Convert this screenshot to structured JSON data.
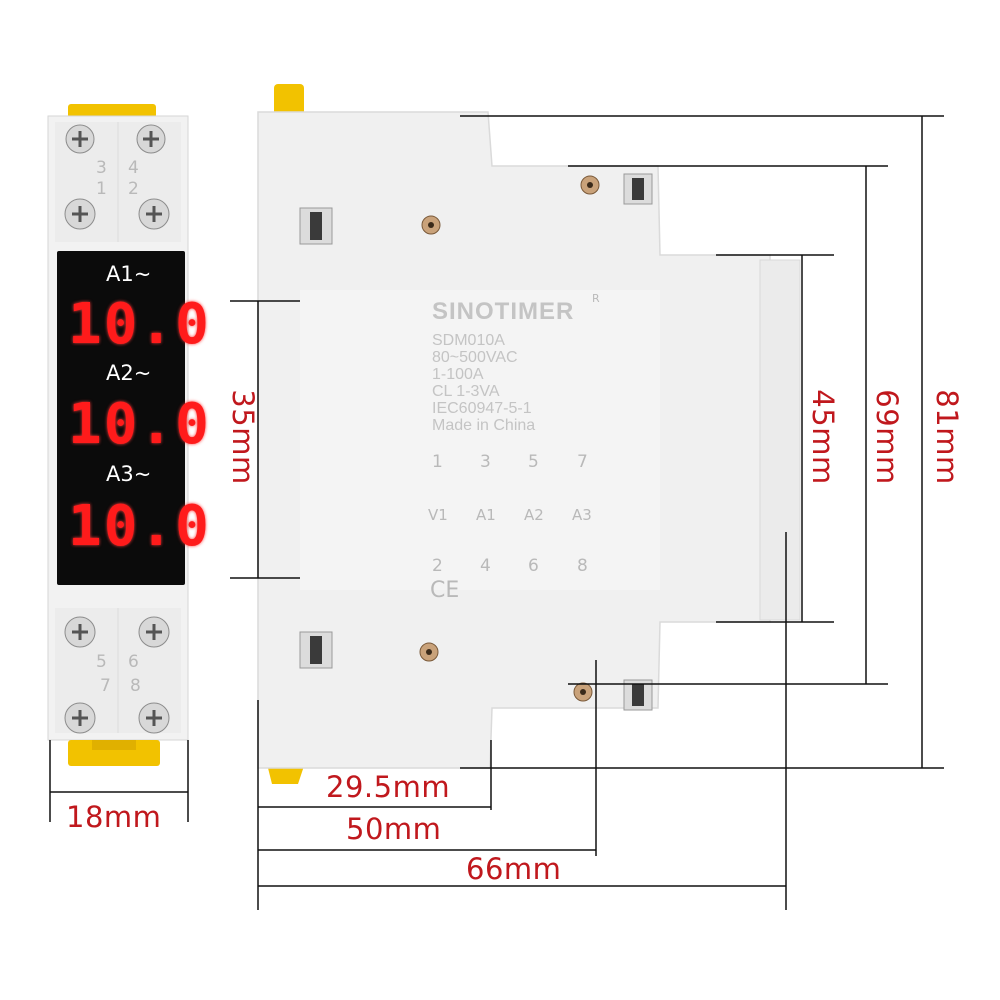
{
  "front": {
    "top_terminals": [
      "3",
      "4",
      "1",
      "2"
    ],
    "bottom_terminals": [
      "5",
      "6",
      "7",
      "8"
    ],
    "readouts": [
      {
        "label": "A1~",
        "value": "10.0"
      },
      {
        "label": "A2~",
        "value": "10.0"
      },
      {
        "label": "A3~",
        "value": "10.0"
      }
    ]
  },
  "side": {
    "brand": "SINOTIMER",
    "registered_mark": "R",
    "specs": [
      "SDM010A",
      "80~500VAC",
      "1-100A",
      "CL 1-3VA",
      "IEC60947-5-1",
      "Made in China"
    ],
    "terminals_top": [
      "1",
      "3",
      "5",
      "7"
    ],
    "terminals_mid": [
      "V1",
      "A1",
      "A2",
      "A3"
    ],
    "terminals_bottom": [
      "2",
      "4",
      "6",
      "8"
    ],
    "ce_mark": "CE"
  },
  "dimensions": {
    "width_front": "18mm",
    "rail_height": "35mm",
    "h45": "45mm",
    "h69": "69mm",
    "h81": "81mm",
    "w295": "29.5mm",
    "w50": "50mm",
    "w66": "66mm"
  },
  "colors": {
    "accent_red": "#c0181d",
    "display_red": "#ff1b1b",
    "clip_yellow": "#f2c200",
    "housing": "#f1f1f1"
  }
}
